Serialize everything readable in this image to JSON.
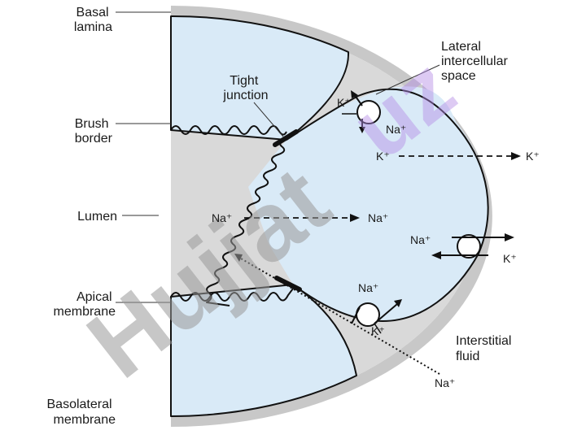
{
  "labels": {
    "basal_lamina": [
      "Basal",
      "lamina"
    ],
    "brush_border": [
      "Brush",
      "border"
    ],
    "lumen": "Lumen",
    "apical_membrane": [
      "Apical",
      "membrane"
    ],
    "basolateral_membrane": [
      "Basolateral",
      "membrane"
    ],
    "tight_junction": [
      "Tight",
      "junction"
    ],
    "lateral_intercellular_space": [
      "Lateral",
      "intercellular",
      "space"
    ],
    "interstitial_fluid": [
      "Interstitial",
      "fluid"
    ]
  },
  "ions": {
    "pump_top_k": "K⁺",
    "pump_top_na": "Na⁺",
    "k_diffusion_left": "K⁺",
    "k_diffusion_right": "K⁺",
    "na_lumen_left": "Na⁺",
    "na_lumen_right": "Na⁺",
    "pump_right_na": "Na⁺",
    "pump_right_k": "K⁺",
    "pump_bottom_na": "Na⁺",
    "pump_bottom_k": "K⁺",
    "paracellular_na": "Na⁺"
  },
  "watermarks": {
    "grey": "Hujjat",
    "purple": "uz"
  },
  "colors": {
    "cytoplasm": "#d9eaf7",
    "lumen": "#d9d9d9",
    "basal_lamina": "#c8c8c8",
    "line": "#111111",
    "watermark_grey": "#9a9a9a",
    "watermark_purple": "#b48ce6"
  }
}
